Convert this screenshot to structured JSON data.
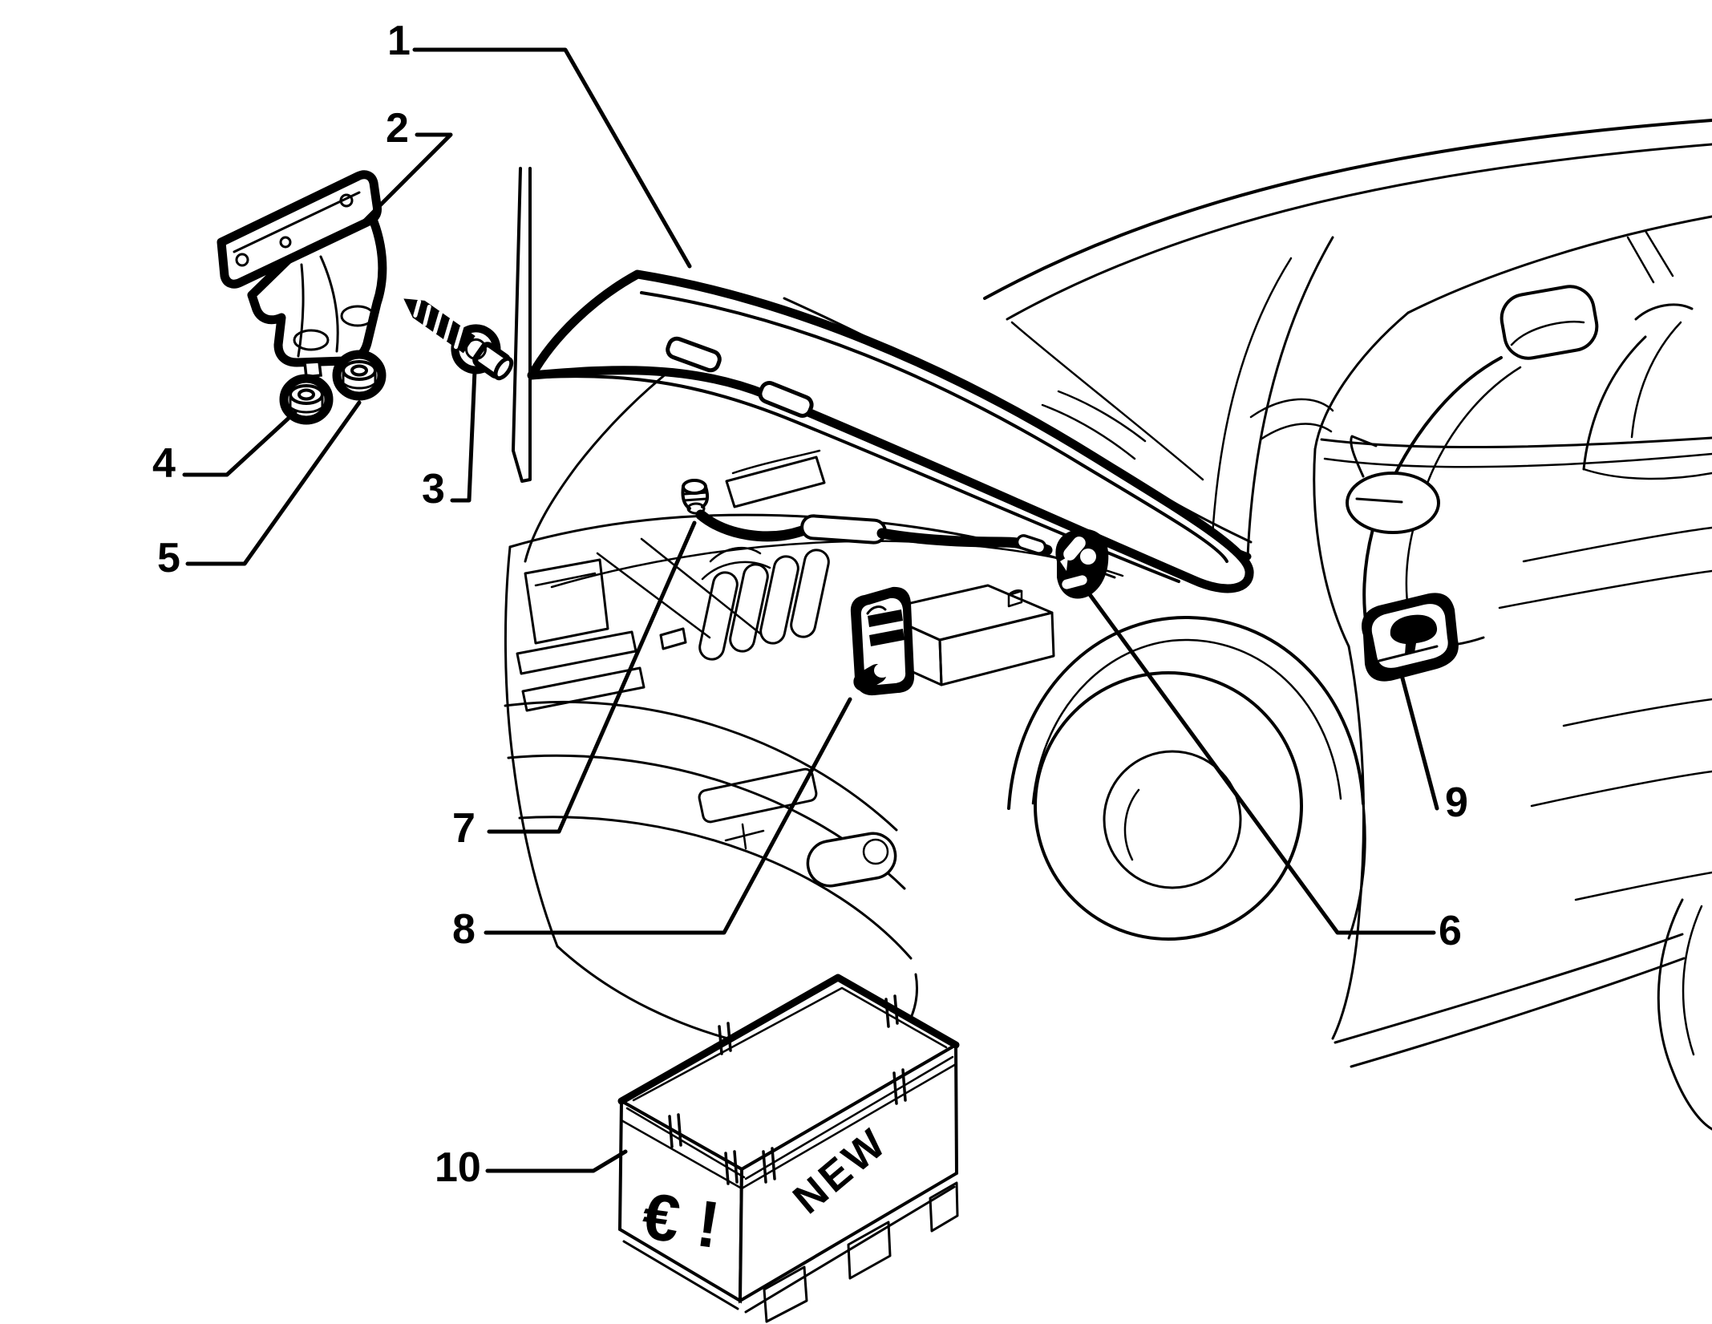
{
  "figure": {
    "type": "exploded-parts-diagram",
    "background": "#ffffff",
    "ink": "#000000"
  },
  "callouts": [
    {
      "label": "1"
    },
    {
      "label": "2"
    },
    {
      "label": "3"
    },
    {
      "label": "4"
    },
    {
      "label": "5"
    },
    {
      "label": "6"
    },
    {
      "label": "7"
    },
    {
      "label": "8"
    },
    {
      "label": "9"
    },
    {
      "label": "10"
    }
  ],
  "crate": {
    "front_text": "NEW",
    "side_text": "€ !"
  }
}
